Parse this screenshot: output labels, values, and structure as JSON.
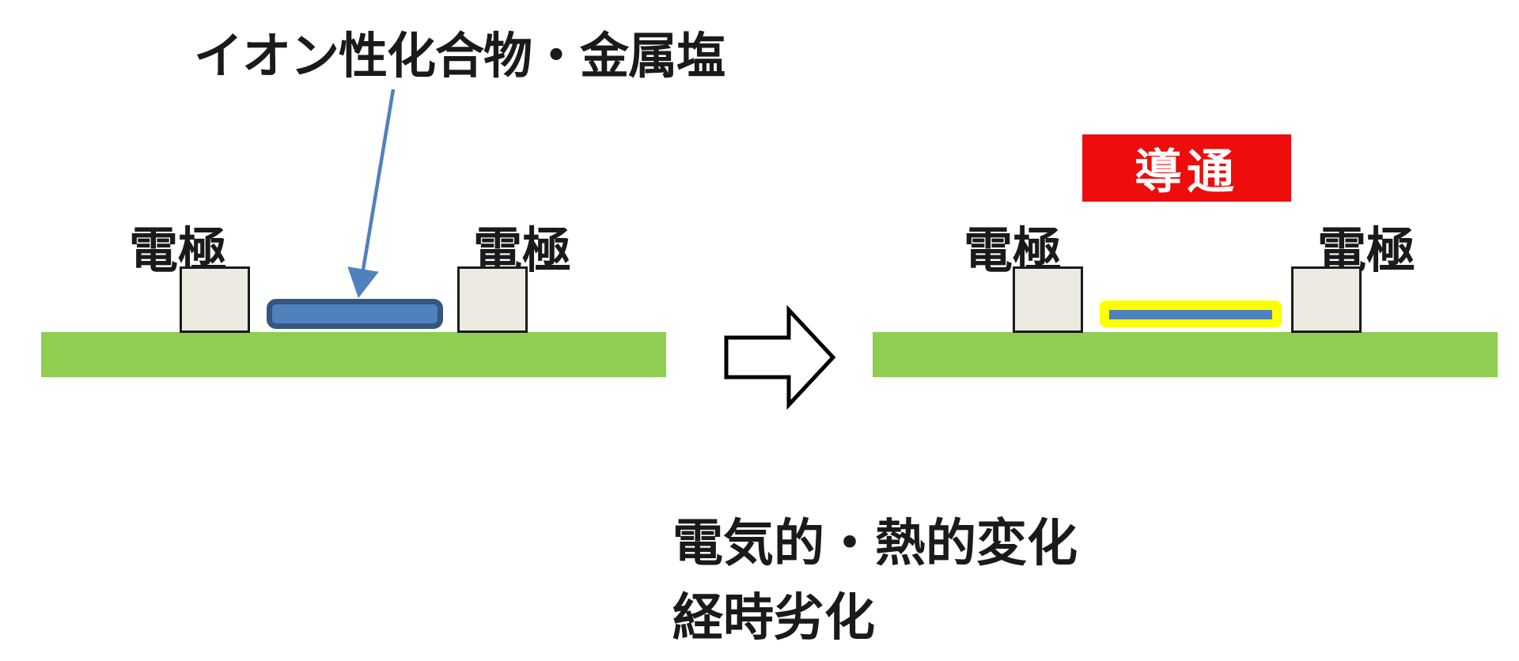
{
  "title": {
    "text": "イオン性化合物・金属塩"
  },
  "left_panel": {
    "name": "before-state",
    "electrode_left_label": "電極",
    "electrode_right_label": "電極",
    "substrate": "green-board",
    "contaminant": "ionic-compound-bar"
  },
  "right_panel": {
    "name": "after-state",
    "badge": "導通",
    "electrode_left_label": "電極",
    "electrode_right_label": "電極",
    "substrate": "green-board",
    "migration_path": "yellow-conductive-path"
  },
  "caption": {
    "line1": "電気的・熱的変化",
    "line2": "経時劣化"
  },
  "icons": {
    "annotation_arrow": "diagonal-down-arrow",
    "transition_arrow": "right-block-arrow"
  },
  "colors": {
    "substrate_green": "#8fce51",
    "electrode_fill": "#edeae1",
    "electrode_border": "#1b1b1b",
    "bar_blue_fill": "#4f81bd",
    "bar_blue_border": "#35577f",
    "path_yellow": "#ffff00",
    "badge_red": "#ee0c0c",
    "badge_text": "#ffffff",
    "text_black": "#1a1a1a",
    "annotation_arrow_blue": "#4f81bd",
    "block_arrow_fill": "#ffffff",
    "block_arrow_stroke": "#000000"
  }
}
